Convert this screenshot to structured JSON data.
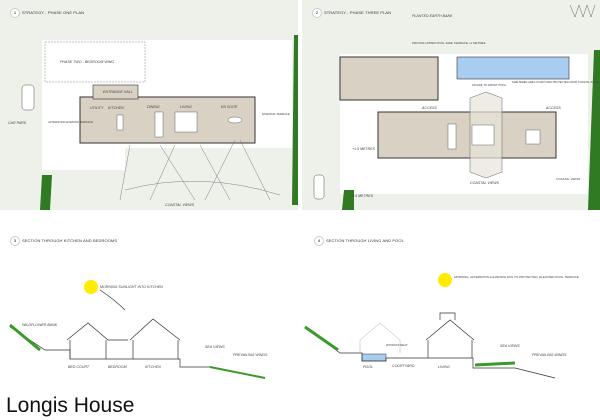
{
  "panels": [
    {
      "number": "1",
      "heading": "STRATEGY - PHASE ONE PLAN",
      "labels": {
        "phase_two": "PHASE TWO - BEDROOM WING",
        "entrance": "ENTRANCE HALL",
        "utility": "UTILITY",
        "kitchen": "KITCHEN",
        "dining": "DINING",
        "living": "LIVING",
        "ensuite": "EN SUITE",
        "car_park": "CAR PARK",
        "terrace_w": "AFTERNOON EVENING TERRACE",
        "terrace_e": "MORNING TERRACE",
        "views": "COASTAL VIEWS"
      }
    },
    {
      "number": "2",
      "heading": "STRATEGY - PHASE THREE PLAN",
      "labels": {
        "bank": "PLANTED EARTH BANK",
        "upper_terrace": "PRIVATE UPPER POOL-SIDE TERRACE +2 METRES",
        "pool_note": "FIGURE TO FRONT POOL",
        "shelter": "SHELTERED AREA COURTYARD PROTECTED FROM COASTAL WINDS",
        "access": "ACCESS",
        "access2": "ACCESS",
        "lower": "+1.5 METRES",
        "lower2": "+0.5 METRES",
        "views": "COASTAL VIEWS",
        "views2": "COASTAL VIEWS"
      }
    },
    {
      "number": "3",
      "heading": "SECTION THROUGH KITCHEN AND BEDROOMS",
      "labels": {
        "sun": "MORNING SUNLIGHT INTO KITCHEN",
        "bank": "WILDFLOWER BANK",
        "court": "BED COURT",
        "bedroom": "BEDROOM",
        "kitchen": "KITCHEN",
        "sea": "SEA VIEWS",
        "wind": "PREVAILING WINDS"
      }
    },
    {
      "number": "4",
      "heading": "SECTION THROUGH LIVING AND POOL",
      "labels": {
        "sun": "MORNING, AFTERNOON & EVENING SUN TO PROTECTED, ELEVATED POOL TERRACE",
        "window": "WINDOW SEAT",
        "pool": "POOL",
        "courtyard": "COURTYARD",
        "living": "LIVING",
        "sea": "SEA VIEWS",
        "wind": "PREVAILING WINDS"
      }
    }
  ],
  "title": "Longis House",
  "colors": {
    "paper": "#eef1ea",
    "floor": "#d9d2c4",
    "pool": "#a9cdf0",
    "green": "#2f7a22",
    "sun": "#ffec00"
  }
}
